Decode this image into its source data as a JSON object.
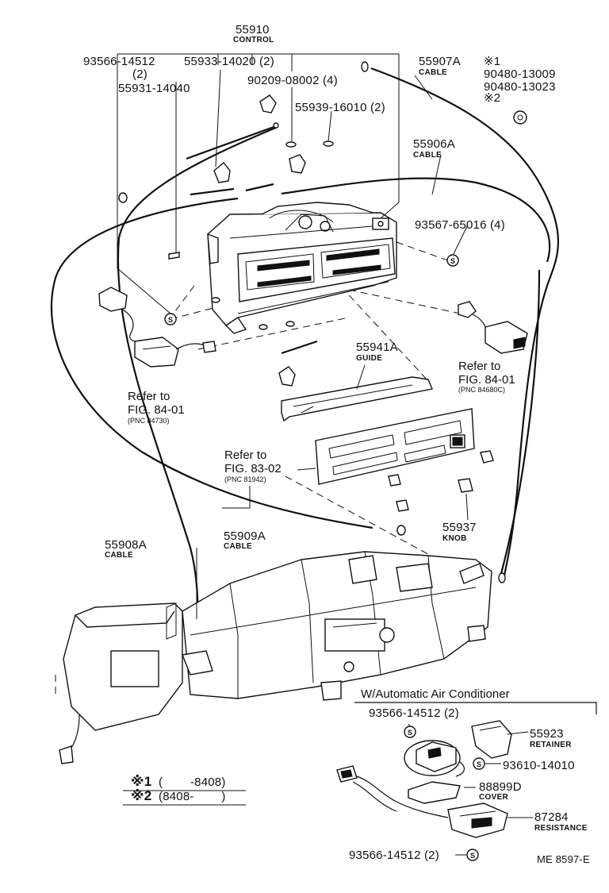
{
  "labels": {
    "control_pn": "55910",
    "control_name": "CONTROL",
    "pn_93566_a": "93566-14512",
    "pn_93566_a_qty": "(2)",
    "pn_55933": "55933-14020 (2)",
    "pn_55931": "55931-14040",
    "pn_90209": "90209-08002 (4)",
    "pn_55939": "55939-16010 (2)",
    "pn_55907a": "55907A",
    "name_55907a": "CABLE",
    "mark1": "※1",
    "pn_90480_1": "90480-13009",
    "pn_90480_2": "90480-13023",
    "mark2": "※2",
    "pn_55906a": "55906A",
    "name_55906a": "CABLE",
    "pn_93567": "93567-65016 (4)",
    "pn_55941a": "55941A",
    "name_55941a": "GUIDE",
    "pn_55937": "55937",
    "name_55937": "KNOB",
    "pn_55909a": "55909A",
    "name_55909a": "CABLE",
    "pn_55908a": "55908A",
    "name_55908a": "CABLE",
    "auto_ac_header": "W/Automatic Air Conditioner",
    "pn_93566_b": "93566-14512 (2)",
    "pn_55923": "55923",
    "name_55923": "RETAINER",
    "pn_93610": "93610-14010",
    "pn_88899d": "88899D",
    "name_88899d": "COVER",
    "pn_87284": "87284",
    "name_87284": "RESISTANCE",
    "pn_93566_c": "93566-14512 (2)",
    "footer_code": "ME 8597-E",
    "s_symbol": "S"
  },
  "references": {
    "left_refer": "Refer to",
    "left_fig": "FIG. 84-01",
    "left_pnc": "(PNC 84730)",
    "right_refer": "Refer to",
    "right_fig": "FIG. 84-01",
    "right_pnc": "(PNC 84680C)",
    "mid_refer": "Refer to",
    "mid_fig": "FIG. 83-02",
    "mid_pnc": "(PNC 81942)"
  },
  "legend": {
    "row1_mark": "※1",
    "row1_range": "(   -8408)",
    "row2_mark": "※2",
    "row2_range": "(8408-   )"
  }
}
